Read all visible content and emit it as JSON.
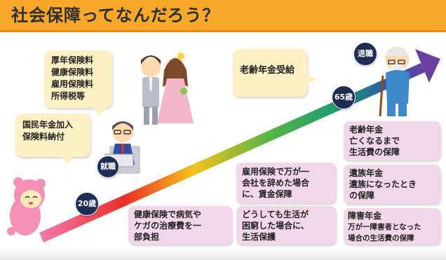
{
  "header": {
    "title": "社会保障ってなんだろう？"
  },
  "milestones": {
    "age20": "20歳",
    "employment": "就職",
    "age65": "65歳",
    "retirement": "退職"
  },
  "bubbles": {
    "national_pension": [
      "国民年金加入",
      "保険料納付"
    ],
    "deductions": [
      "厚年保険料",
      "健康保険料",
      "雇用保険料",
      "所得税等"
    ],
    "old_age_pension": [
      "老齢年金受給"
    ]
  },
  "boxes": {
    "old_age": [
      "老齢年金",
      "亡くなるまで",
      "生活費の保障"
    ],
    "survivor": [
      "遺族年金",
      "遺族になったとき",
      "の保障"
    ],
    "disability": [
      "障害年金",
      "万が一障害者となった",
      "場合の生活費の保障"
    ],
    "employment_insurance": [
      "雇用保険で万が一",
      "会社を辞めた場合",
      "に、賃金保障"
    ],
    "public_assistance": [
      "どうしても生活が",
      "困窮した場合に、",
      "生活保護"
    ],
    "health_insurance": [
      "健康保険で病気や",
      "ケガの治療費を一",
      "部負担"
    ]
  }
}
